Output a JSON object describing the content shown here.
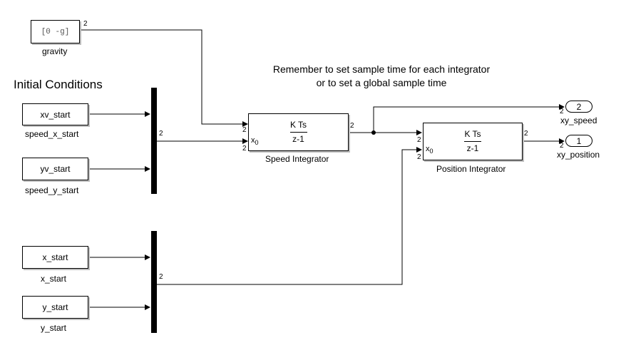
{
  "title": "Initial Conditions",
  "note": {
    "line1": "Remember to set sample time for each integrator",
    "line2": "or to set a global sample time"
  },
  "blocks": {
    "gravity": {
      "value": "[0  -g]",
      "label": "gravity",
      "port_width": "2"
    },
    "xv_start": {
      "text": "xv_start",
      "label": "speed_x_start"
    },
    "yv_start": {
      "text": "yv_start",
      "label": "speed_y_start"
    },
    "x_start": {
      "text": "x_start",
      "label": "x_start"
    },
    "y_start": {
      "text": "y_start",
      "label": "y_start"
    },
    "mux1": {
      "out_width": "2"
    },
    "mux2": {
      "out_width": "2"
    },
    "speed_integrator": {
      "label": "Speed Integrator",
      "numerator": "K Ts",
      "denominator": "z-1",
      "x0": "x0",
      "in1_width": "2",
      "in2_width": "2",
      "out_width": "2"
    },
    "position_integrator": {
      "label": "Position Integrator",
      "numerator": "K Ts",
      "denominator": "z-1",
      "x0": "x0",
      "in1_width": "2",
      "in2_width": "2",
      "out_width": "2"
    },
    "xy_speed": {
      "number": "2",
      "label": "xy_speed",
      "in_width": "2"
    },
    "xy_position": {
      "number": "1",
      "label": "xy_position",
      "in_width": "2"
    }
  }
}
